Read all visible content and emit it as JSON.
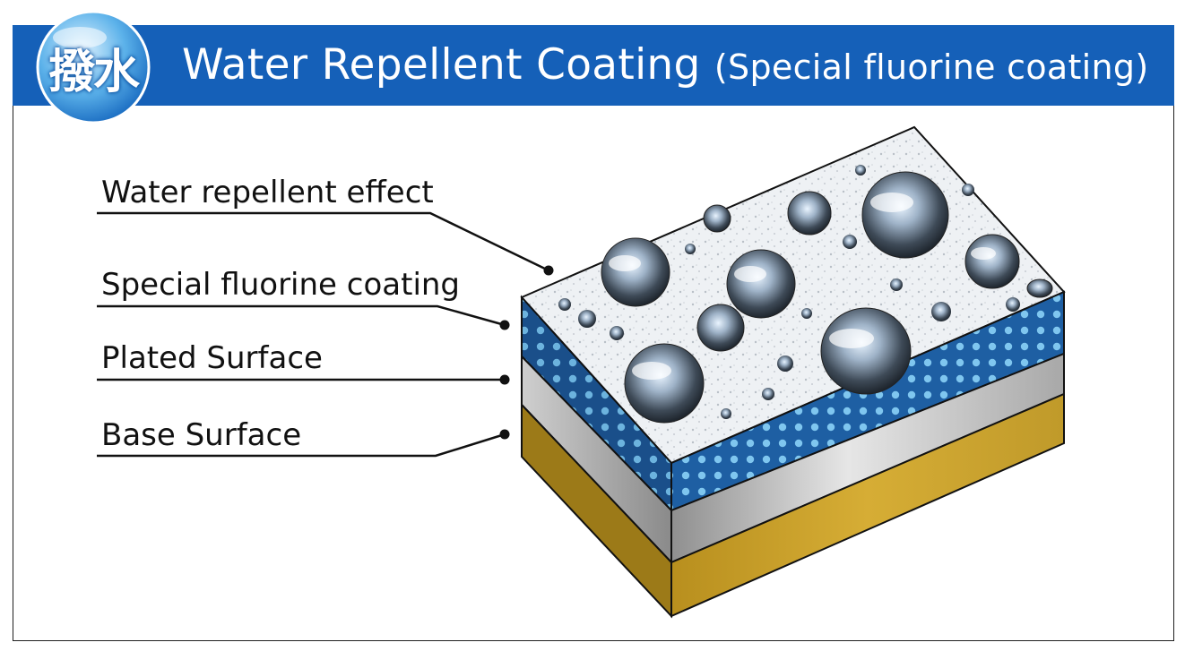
{
  "header": {
    "badge_text": "撥水",
    "title": "Water Repellent Coating",
    "subtitle": "(Special fluorine coating)"
  },
  "labels": [
    {
      "id": "water-repellent-effect",
      "text": "Water repellent effect"
    },
    {
      "id": "special-fluorine-coating",
      "text": "Special fluorine coating"
    },
    {
      "id": "plated-surface",
      "text": "Plated Surface"
    },
    {
      "id": "base-surface",
      "text": "Base Surface"
    }
  ],
  "colors": {
    "banner": "#1560b8",
    "coating_layer": "#1e5fa3",
    "coating_dots": "#7fc6ef",
    "plated_layer": "#b5b5b5",
    "base_front": "#c9a12a",
    "base_side": "#a88420",
    "surface": "#eef1f4"
  }
}
